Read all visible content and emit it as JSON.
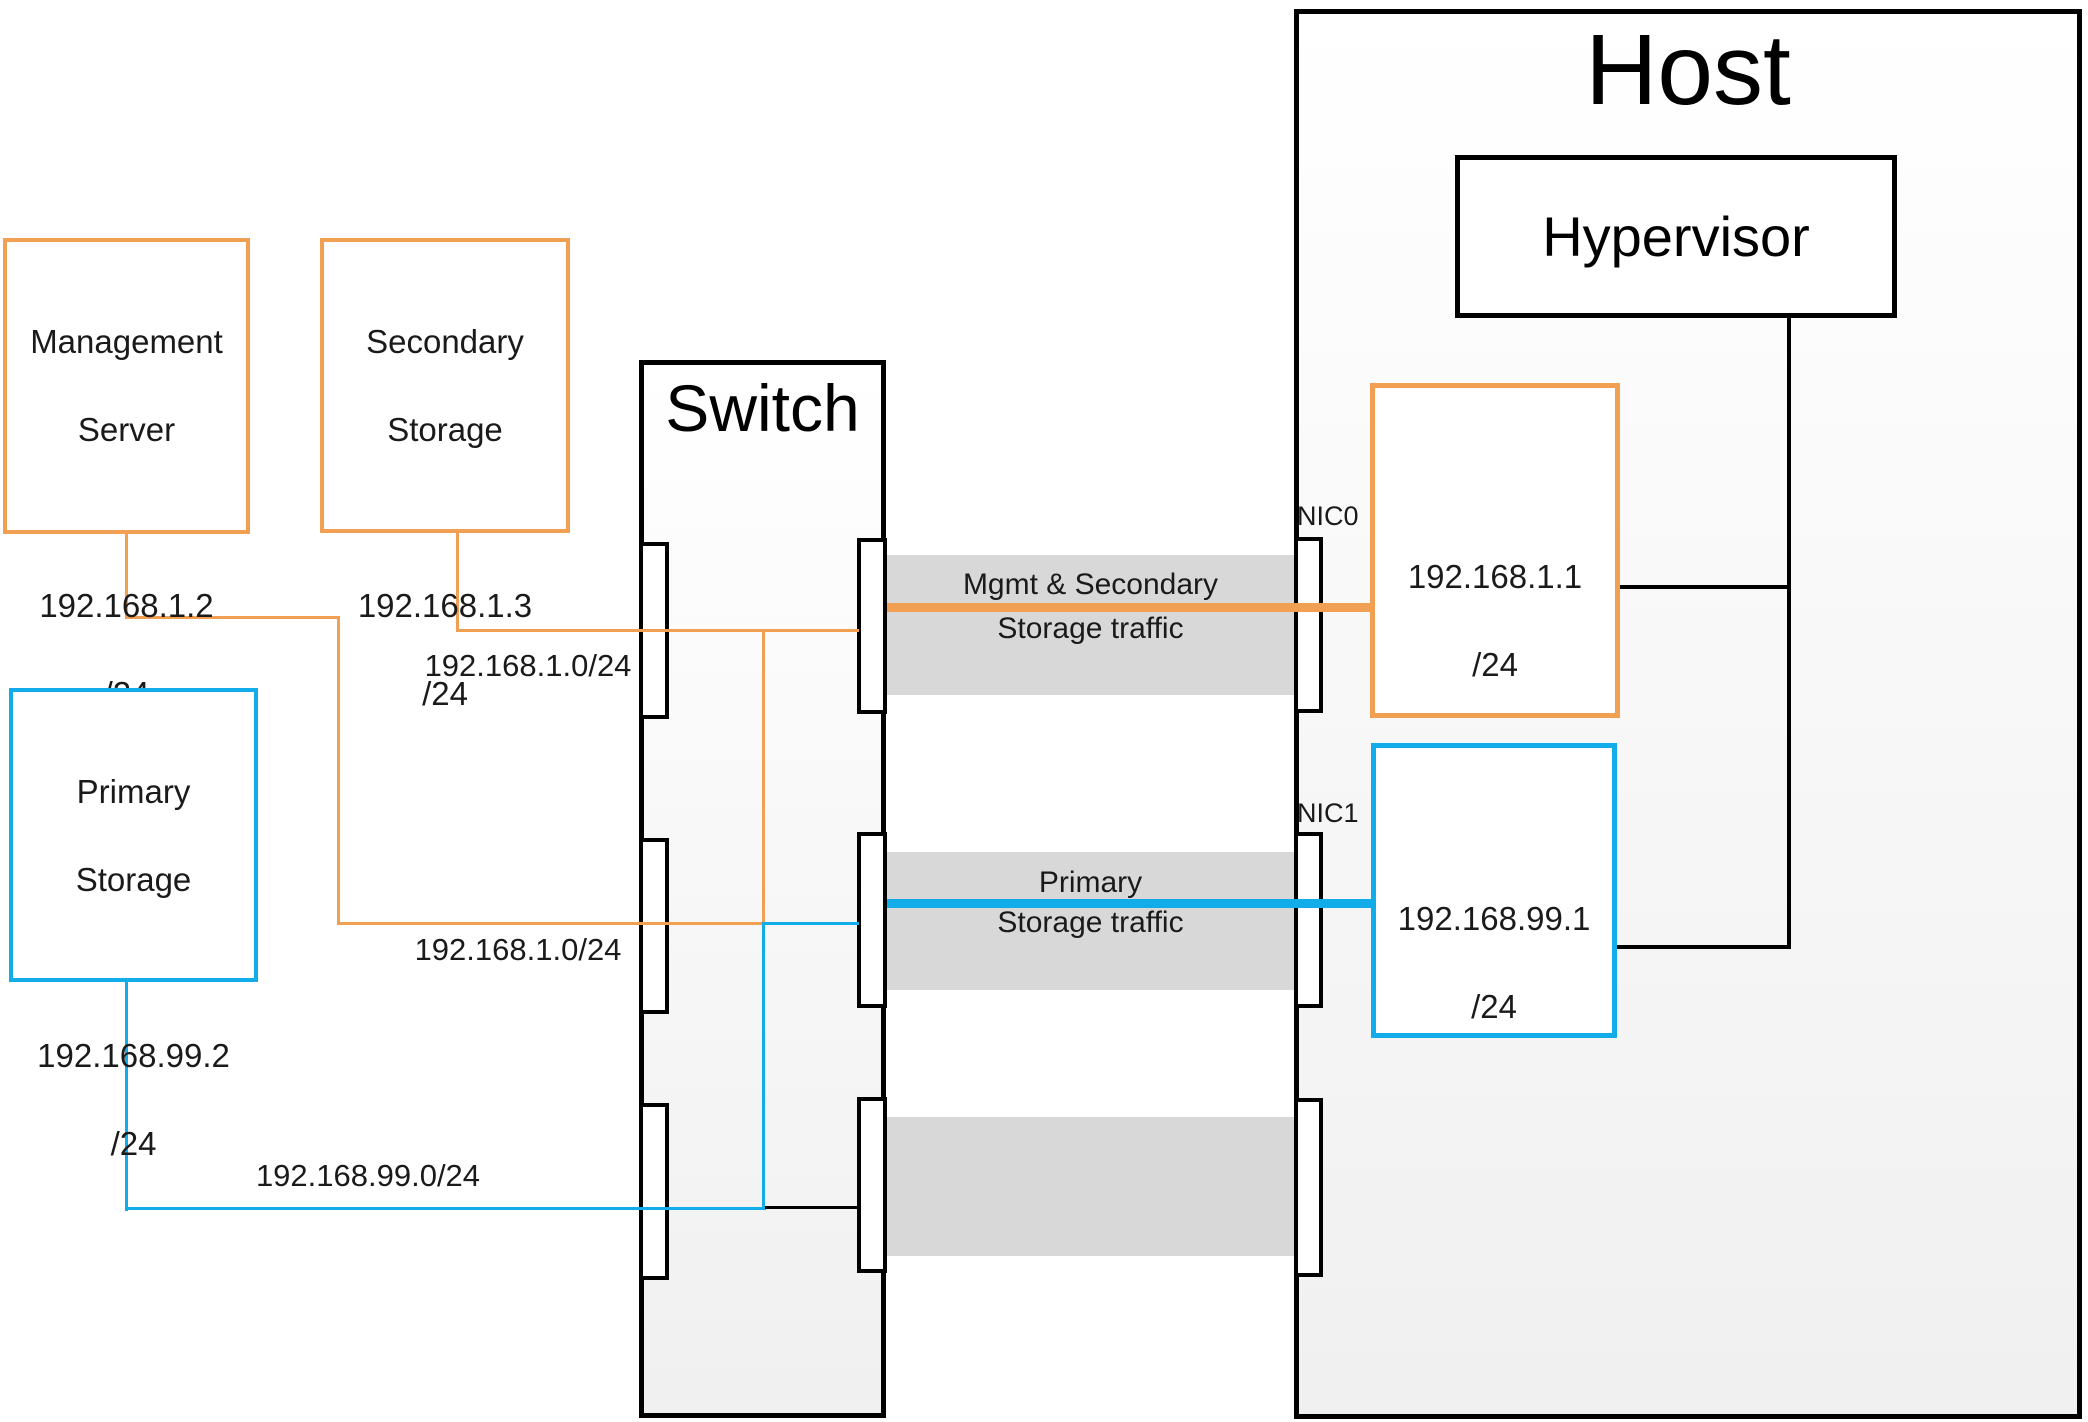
{
  "diagram": {
    "host": {
      "title": "Host"
    },
    "hypervisor": {
      "label": "Hypervisor"
    },
    "switch": {
      "title": "Switch"
    },
    "nodes": {
      "management_server": {
        "line1": "Management",
        "line2": "Server",
        "ip": "192.168.1.2",
        "mask": "/24"
      },
      "secondary_storage": {
        "line1": "Secondary",
        "line2": "Storage",
        "ip": "192.168.1.3",
        "mask": "/24"
      },
      "primary_storage": {
        "line1": "Primary",
        "line2": "Storage",
        "ip": "192.168.99.2",
        "mask": "/24"
      },
      "nic0": {
        "label": "NIC0",
        "ip": "192.168.1.1",
        "mask": "/24"
      },
      "nic1": {
        "label": "NIC1",
        "ip": "192.168.99.1",
        "mask": "/24"
      }
    },
    "net_labels": {
      "secondary_link": "192.168.1.0/24",
      "management_link": "192.168.1.0/24",
      "primary_link": "192.168.99.0/24"
    },
    "traffic": {
      "mgmt_line1": "Mgmt & Secondary",
      "mgmt_line2": "Storage traffic",
      "primary_line1": "Primary",
      "primary_line2": "Storage traffic"
    },
    "colors": {
      "orange": "#F19F53",
      "blue": "#12ACE8",
      "band_gray": "#D8D8D8"
    }
  }
}
